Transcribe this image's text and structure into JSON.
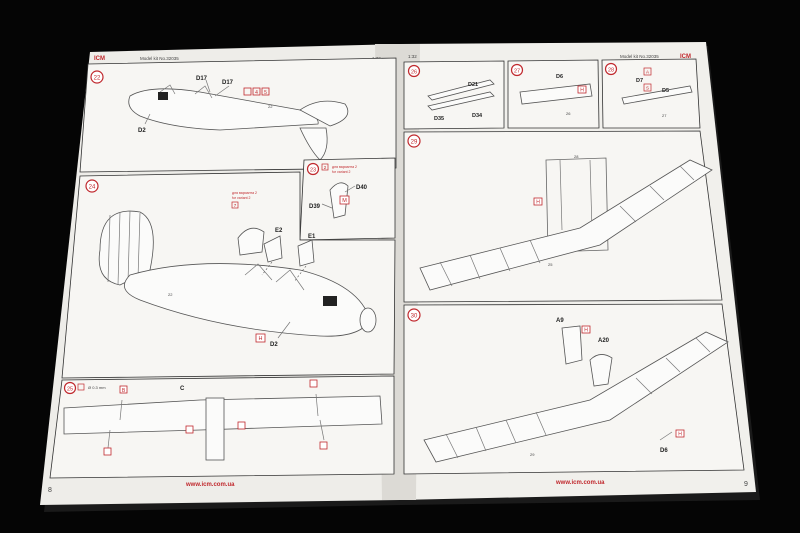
{
  "left_page": {
    "header_scale": "1:32",
    "kit_number": "Model kit No.32035",
    "page_number": "8",
    "website": "www.icm.com.ua",
    "steps": {
      "s22": {
        "num": "22",
        "labels": {
          "d17a": "D17",
          "d17b": "D17",
          "d2": "D2",
          "ref": "22"
        },
        "flags": [
          "4",
          "5"
        ]
      },
      "s23": {
        "num": "23",
        "variant_ru": "для варианта 2",
        "variant_en": "for variant 2",
        "variant_flag": "2",
        "labels": {
          "d40": "D40",
          "d39": "D39"
        },
        "color": "M"
      },
      "s24": {
        "num": "24",
        "variant_ru": "для варианта 2",
        "variant_en": "for variant 2",
        "variant_flag": "7",
        "labels": {
          "e2": "E2",
          "e1": "E1",
          "d2": "D2",
          "ref": "22"
        },
        "color": "H"
      },
      "s25": {
        "num": "25",
        "wire": "Ø 0.3 mm",
        "labels": {
          "c": "C"
        },
        "color": "B"
      }
    }
  },
  "right_page": {
    "header_scale": "1:32",
    "kit_number": "Model kit No.32035",
    "brand": "ICM",
    "page_number": "9",
    "website": "www.icm.com.ua",
    "steps": {
      "s26": {
        "num": "26",
        "labels": {
          "d21": "D21",
          "d35": "D35",
          "d34": "D34"
        }
      },
      "s27": {
        "num": "27",
        "labels": {
          "d6": "D6",
          "ref": "26"
        },
        "color": "H"
      },
      "s28": {
        "num": "28",
        "labels": {
          "d7": "D7",
          "d5": "D5",
          "ref": "27"
        },
        "flags": [
          "A",
          "S"
        ]
      },
      "s29": {
        "num": "29",
        "labels": {
          "ref_top": "28",
          "ref_bottom": "25"
        },
        "color": "H"
      },
      "s30": {
        "num": "30",
        "labels": {
          "a9": "A9",
          "a20": "A20",
          "d6": "D6",
          "ref": "29"
        },
        "color": "H"
      }
    }
  },
  "colors": {
    "accent_red": "#c0282d",
    "paper": "#f7f6f3",
    "background": "#000000"
  }
}
